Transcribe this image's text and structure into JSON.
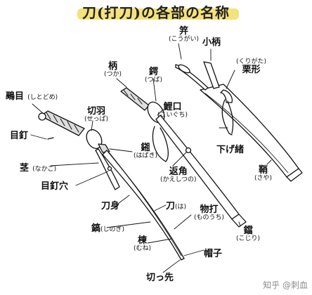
{
  "title": "刀(打刀)の各部の名称",
  "watermark": "知乎 @刺血",
  "labels": {
    "kogai": {
      "term": "笄",
      "reading": "(こうがい)"
    },
    "kozuka": {
      "term": "小柄",
      "reading": ""
    },
    "tsuka": {
      "term": "柄",
      "reading": "(つか)"
    },
    "tsuba": {
      "term": "鍔",
      "reading": "(つば)"
    },
    "kurikata": {
      "term": "栗形",
      "reading": "(くりがた)"
    },
    "kashira": {
      "term": "鵐目",
      "reading": "(しとどめ)"
    },
    "seppa": {
      "term": "切羽",
      "reading": "(せっぱ)"
    },
    "koiguchi": {
      "term": "鯉口",
      "reading": "(こいぐち)"
    },
    "mekugi": {
      "term": "目釘",
      "reading": ""
    },
    "sageo": {
      "term": "下げ緒",
      "reading": ""
    },
    "habaki": {
      "term": "鎺",
      "reading": "(はばき)"
    },
    "nakago": {
      "term": "茎",
      "reading": "(なかご)"
    },
    "kaeshizuno": {
      "term": "返角",
      "reading": "(かえしつの)"
    },
    "saya": {
      "term": "鞘",
      "reading": "(さや)"
    },
    "mekugiana": {
      "term": "目釘穴",
      "reading": ""
    },
    "toshin": {
      "term": "刀身",
      "reading": ""
    },
    "ha": {
      "term": "刀",
      "reading": "(は)"
    },
    "monouchi": {
      "term": "物打",
      "reading": "(ものうち)"
    },
    "shinogi": {
      "term": "鎬",
      "reading": "(しのぎ)"
    },
    "kojiri": {
      "term": "鐺",
      "reading": "(こじり)"
    },
    "mune": {
      "term": "棟",
      "reading": "(むね)"
    },
    "boshi": {
      "term": "帽子",
      "reading": ""
    },
    "kissaki": {
      "term": "切っ先",
      "reading": ""
    }
  }
}
